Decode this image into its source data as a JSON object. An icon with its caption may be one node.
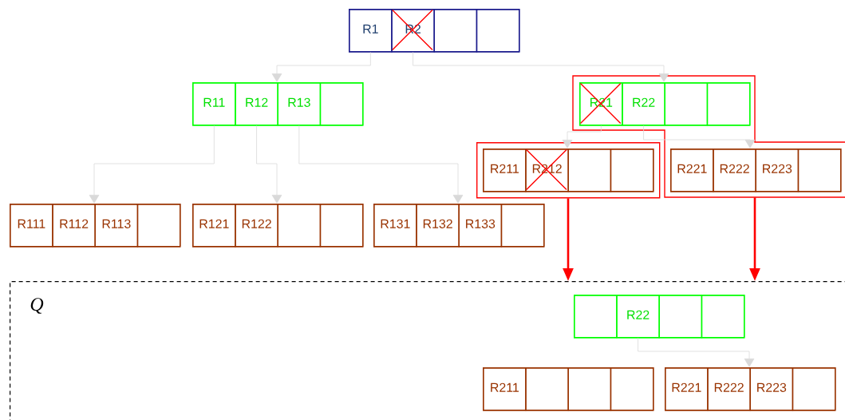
{
  "diagram": {
    "nodes": [
      {
        "text": [],
        "shape": "box"
      },
      {
        "text": [
          "R1"
        ],
        "in": 0
      },
      {
        "text": [
          "R2"
        ],
        "in": 0
      },
      {
        "text": [],
        "shape": "box",
        "in": 0
      },
      {
        "text": [],
        "shape": "box",
        "in": 0
      },
      {
        "text": [],
        "shape": "box"
      },
      {
        "text": [
          "R11"
        ],
        "in": 5
      },
      {
        "text": [
          "R12"
        ],
        "in": 5
      },
      {
        "text": [
          "R13"
        ],
        "in": 5
      },
      {
        "text": [],
        "shape": "box",
        "in": 5
      },
      {
        "text": [],
        "shape": "box"
      },
      {
        "text": [],
        "shape": "box",
        "in": 10
      },
      {
        "text": [
          "R21"
        ],
        "in": 11
      },
      {
        "text": [
          "R22"
        ],
        "in": 11
      },
      {
        "text": [],
        "shape": "box",
        "in": 11
      },
      {
        "text": [],
        "shape": "box",
        "in": 11
      },
      {
        "text": [],
        "shape": "box"
      },
      {
        "text": [],
        "shape": "box",
        "in": 16
      },
      {
        "text": [
          "R211"
        ],
        "in": 17
      },
      {
        "text": [
          "R212"
        ],
        "in": 17
      },
      {
        "text": [],
        "shape": "box",
        "in": 17
      },
      {
        "text": [],
        "shape": "box",
        "in": 17
      },
      {
        "text": [],
        "shape": "box",
        "in": 10
      },
      {
        "text": [
          "R221"
        ],
        "in": 22
      },
      {
        "text": [
          "R222"
        ],
        "in": 22
      },
      {
        "text": [
          "R223"
        ],
        "in": 22
      },
      {
        "text": [],
        "shape": "box",
        "in": 22
      },
      {
        "text": [],
        "shape": "box"
      },
      {
        "text": [
          "R111"
        ],
        "in": 27
      },
      {
        "text": [
          "R112"
        ],
        "in": 27
      },
      {
        "text": [
          "R113"
        ],
        "in": 27
      },
      {
        "text": [],
        "shape": "box",
        "in": 27
      },
      {
        "text": [],
        "shape": "box"
      },
      {
        "text": [
          "R121"
        ],
        "in": 32
      },
      {
        "text": [
          "R122"
        ],
        "in": 32
      },
      {
        "text": [],
        "shape": "box",
        "in": 32
      },
      {
        "text": [],
        "shape": "box",
        "in": 32
      },
      {
        "text": [],
        "shape": "box"
      },
      {
        "text": [
          "R131"
        ],
        "in": 37
      },
      {
        "text": [
          "R132"
        ],
        "in": 37
      },
      {
        "text": [
          "R133"
        ],
        "in": 37
      },
      {
        "text": [],
        "shape": "box",
        "in": 37
      },
      {
        "text": [
          "Q"
        ]
      },
      {
        "text": [],
        "shape": "box",
        "in": 42
      },
      {
        "text": [],
        "shape": "box",
        "in": 43
      },
      {
        "text": [
          "R22"
        ],
        "in": 43
      },
      {
        "text": [],
        "shape": "box",
        "in": 43
      },
      {
        "text": [],
        "shape": "box",
        "in": 43
      },
      {
        "text": [],
        "shape": "box",
        "in": 42
      },
      {
        "text": [
          "R211"
        ],
        "in": 48
      },
      {
        "text": [],
        "shape": "box",
        "in": 48
      },
      {
        "text": [],
        "shape": "box",
        "in": 48
      },
      {
        "text": [],
        "shape": "box",
        "in": 48
      },
      {
        "text": [],
        "shape": "box",
        "in": 42
      },
      {
        "text": [
          "R221"
        ],
        "in": 53
      },
      {
        "text": [
          "R222"
        ],
        "in": 53
      },
      {
        "text": [
          "R223"
        ],
        "in": 53
      },
      {
        "text": [],
        "shape": "box",
        "in": 53
      }
    ],
    "edges": [
      {
        "from": 1,
        "to": 5,
        "arrow": "to"
      },
      {
        "from": 2,
        "to": 11,
        "arrow": "to"
      },
      {
        "from": 6,
        "to": 27,
        "arrow": "to"
      },
      {
        "from": 7,
        "to": 32,
        "arrow": "to"
      },
      {
        "from": 8,
        "to": 37,
        "arrow": "to"
      },
      {
        "from": 12,
        "to": 17,
        "arrow": "to"
      },
      {
        "from": 13,
        "to": 22,
        "arrow": "to"
      },
      {
        "from": 16,
        "to": 42,
        "arrow": "to",
        "style": "thick",
        "color": "#ff0000"
      },
      {
        "from": 10,
        "to": 42,
        "arrow": "to",
        "style": "thick",
        "color": "#ff0000"
      },
      {
        "from": 45,
        "to": 53,
        "arrow": "to"
      }
    ]
  }
}
